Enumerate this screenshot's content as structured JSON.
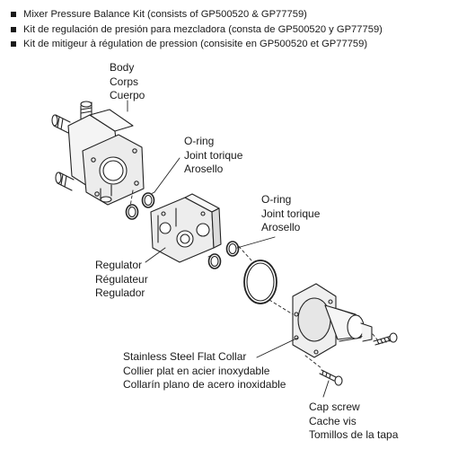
{
  "kit_lines": [
    "Mixer Pressure Balance Kit (consists of GP500520 & GP77759)",
    "Kit de regulación de presión para mezcladora (consta de GP500520 y GP77759)",
    "Kit de mitigeur à régulation de pression (consisite en GP500520 et GP77759)"
  ],
  "labels": {
    "body": [
      "Body",
      "Corps",
      "Cuerpo"
    ],
    "oring_1": [
      "O-ring",
      "Joint torique",
      "Arosello"
    ],
    "oring_2": [
      "O-ring",
      "Joint torique",
      "Arosello"
    ],
    "regulator": [
      "Regulator",
      "Régulateur",
      "Regulador"
    ],
    "collar": [
      "Stainless Steel Flat Collar",
      "Collier plat en acier inoxydable",
      "Collarín plano de acero inoxidable"
    ],
    "cap_screw": [
      "Cap screw",
      "Cache vis",
      "Tomillos de la tapa"
    ]
  }
}
